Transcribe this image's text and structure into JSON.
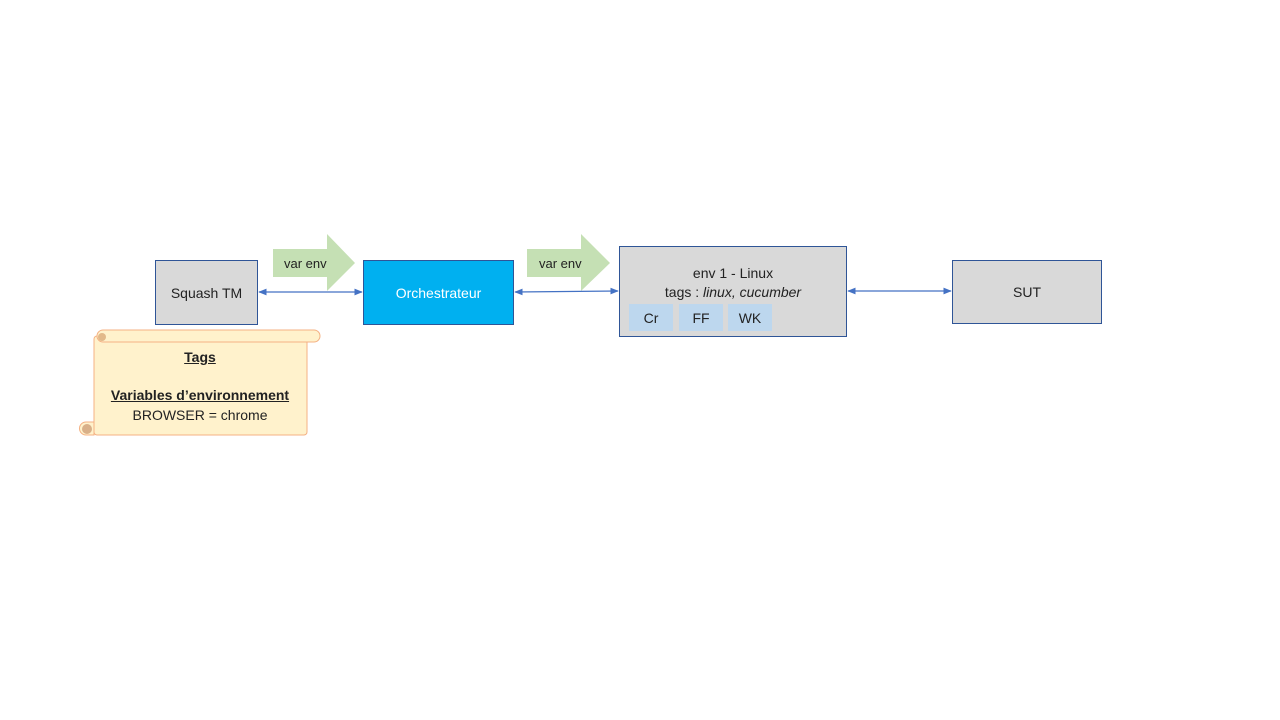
{
  "nodes": {
    "squash": "Squash TM",
    "orchestrator": "Orchestrateur",
    "env_title": "env 1 - Linux",
    "env_tags_prefix": "tags : ",
    "env_tags_values": "linux, cucumber",
    "sut": "SUT"
  },
  "chips": [
    "Cr",
    "FF",
    "WK"
  ],
  "arrows": {
    "var_env_1": "var env",
    "var_env_2": "var env"
  },
  "scroll": {
    "tags_heading": "Tags",
    "vars_heading": "Variables d’environnement",
    "browser_line": "BROWSER = chrome"
  },
  "colors": {
    "gray_box": "#d9d9d9",
    "orchestrator_fill": "#00b0f0",
    "border": "#2f5597",
    "chip_fill": "#bdd7ee",
    "arrow_green": "#c5e0b4",
    "scroll_fill": "#fff2cc",
    "scroll_border": "#f4b183",
    "connector": "#4472c4"
  }
}
